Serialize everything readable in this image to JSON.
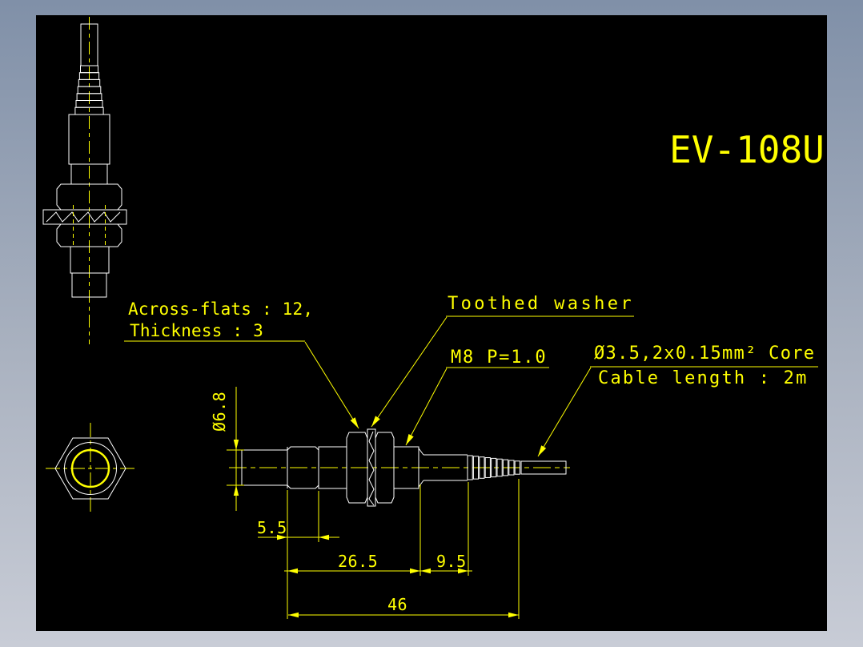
{
  "title_block": {
    "model": "EV-108U"
  },
  "callouts": {
    "across_flats_line1": "Across-flats : 12,",
    "across_flats_line2": "Thickness : 3",
    "toothed_washer": "Toothed washer",
    "thread_spec": "M8 P=1.0",
    "core_spec": "Ø3.5,2x0.15mm² Core",
    "cable_length": "Cable length : 2m"
  },
  "dimensions": {
    "tip_diameter": "Ø6.8",
    "front_length": "5.5",
    "thread_length": "26.5",
    "rear_length": "9.5",
    "overall_length": "46"
  },
  "colors": {
    "annotation": "#ffff00",
    "geometry": "#ffffff",
    "canvas": "#000000",
    "frame_top": "#8090a8",
    "frame_bottom": "#c8ccd6"
  }
}
